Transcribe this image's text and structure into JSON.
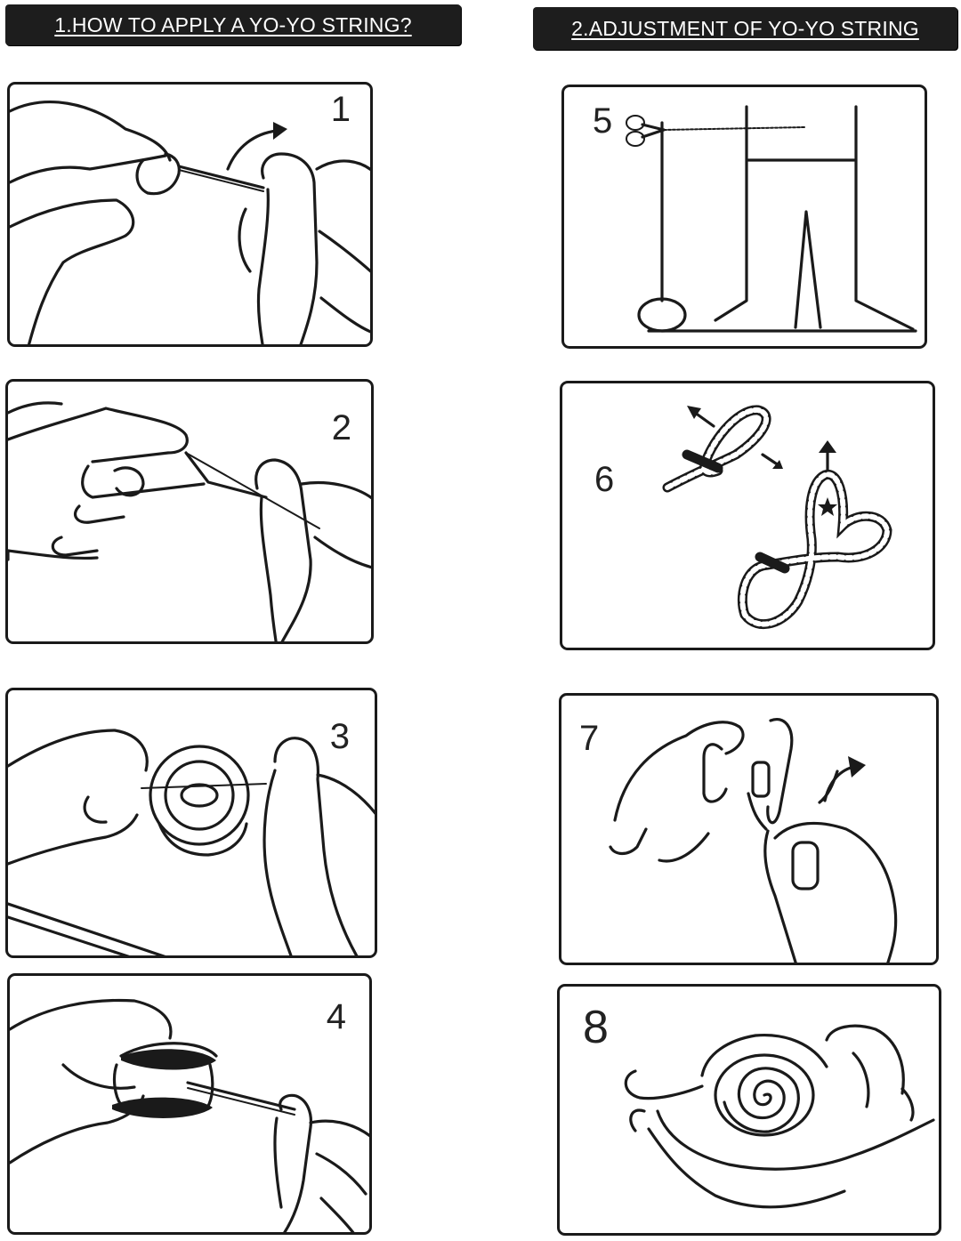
{
  "headers": {
    "apply": "1.HOW TO APPLY A YO-YO STRING?",
    "adjust": "2.ADJUSTMENT OF YO-YO STRING"
  },
  "steps": [
    {
      "number": "1",
      "icon": "hands-twisting-string-icon"
    },
    {
      "number": "2",
      "icon": "hands-spreading-loop-icon"
    },
    {
      "number": "3",
      "icon": "yoyo-through-loop-icon"
    },
    {
      "number": "4",
      "icon": "hands-twisting-yoyo-string-icon"
    },
    {
      "number": "5",
      "icon": "string-length-cut-icon"
    },
    {
      "number": "6",
      "icon": "slip-knot-loop-icon"
    },
    {
      "number": "7",
      "icon": "finger-loop-icon"
    },
    {
      "number": "8",
      "icon": "yoyo-in-palm-icon"
    }
  ],
  "colors": {
    "header_bg": "#1d1d1d",
    "header_text": "#ffffff",
    "line": "#1a1a1a"
  }
}
